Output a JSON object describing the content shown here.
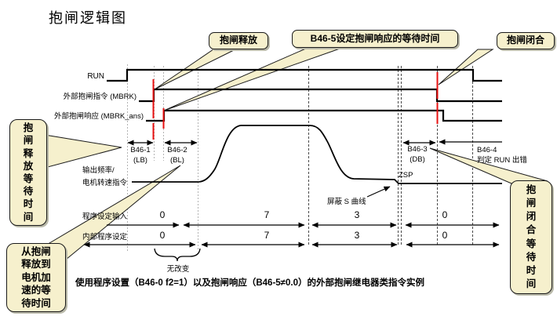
{
  "title": "抱闸逻辑图",
  "callouts": {
    "brake_release": "抱闸释放",
    "b46_5_note": "B46-5设定抱闸响应的等待时间",
    "brake_close": "抱闸闭合",
    "release_wait": "抱闸释放等待时间",
    "release_to_accel_wait": "从抱闸释放到电机加速的等待时间",
    "close_wait": "抱闸闭合等待时间"
  },
  "signals": {
    "run": "RUN",
    "mbrk": "外部抱闸指令 (MBRK)",
    "mbrk_ans": "外部抱闸响应 (MBRK_ans)",
    "speed_label_line1": "输出频率/",
    "speed_label_line2": "电机转速指令"
  },
  "intervals": {
    "b46_1": {
      "label": "B46-1",
      "sub": "(LB)"
    },
    "b46_2": {
      "label": "B46-2",
      "sub": "(BL)"
    },
    "b46_3": {
      "label": "B46-3",
      "sub": "(DB)"
    },
    "b46_4": {
      "label": "B46-4",
      "sub": "判定 RUN 出错"
    }
  },
  "annotations": {
    "zsp": "ZSP",
    "mask_s_curve": "屏蔽 S 曲线",
    "no_change": "无改变"
  },
  "program_rows": [
    {
      "label": "程序设定输入",
      "values": [
        "0",
        "7",
        "3",
        "0"
      ]
    },
    {
      "label": "内部程序设定",
      "values": [
        "0",
        "7",
        "3",
        "0"
      ]
    }
  ],
  "caption": "使用程序设置（B46-0 f2=1）以及抱闸响应（B46-5≠0.0）的外部抱闸继电器类指令实例",
  "colors": {
    "callout_fill": "#F6F0CD",
    "red_mark": "#E81010",
    "trace": "#000000"
  }
}
